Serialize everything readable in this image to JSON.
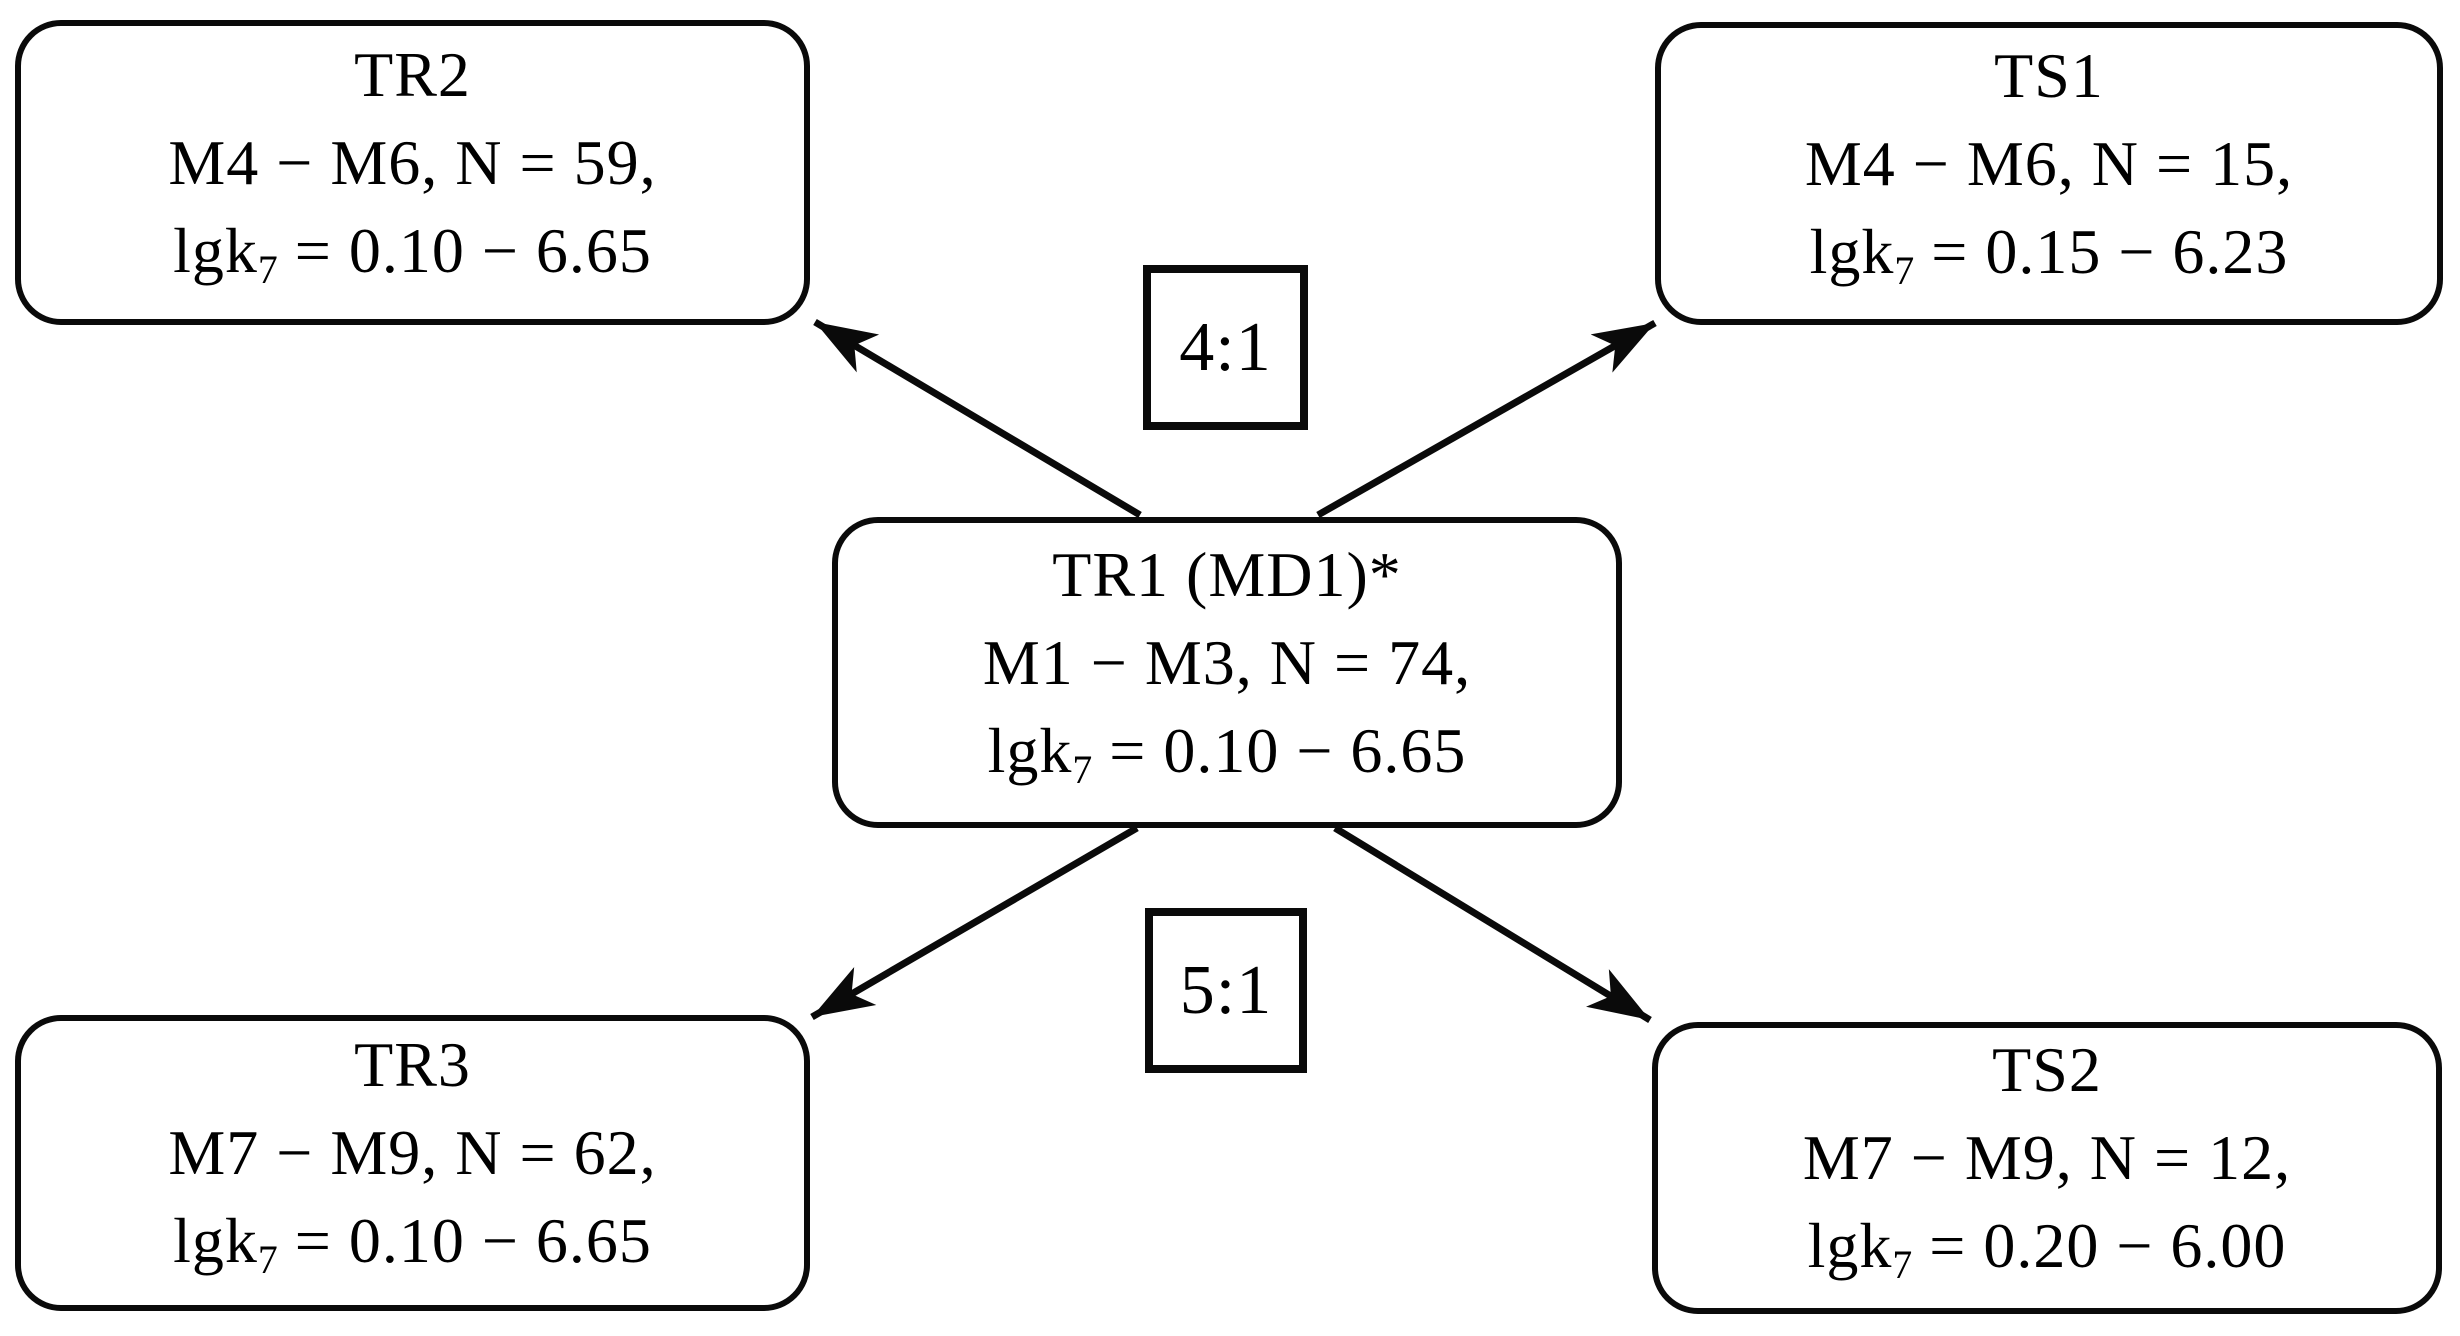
{
  "diagram": {
    "background_color": "#ffffff",
    "line_color": "#000000",
    "nodes": [
      {
        "id": "tr2",
        "title": "TR2",
        "members": "M4 − M6, N = 59,",
        "formula_pre": "lgk",
        "formula_sub": "7",
        "formula_post": " = 0.10 − 6.65"
      },
      {
        "id": "ts1",
        "title": "TS1",
        "members": "M4 − M6, N = 15,",
        "formula_pre": "lgk",
        "formula_sub": "7",
        "formula_post": " = 0.15 − 6.23"
      },
      {
        "id": "tr1",
        "title": "TR1 (MD1)*",
        "members": "M1 − M3, N = 74,",
        "formula_pre": "lgk",
        "formula_sub": "7",
        "formula_post": " = 0.10 − 6.65"
      },
      {
        "id": "tr3",
        "title": "TR3",
        "members": "M7 − M9, N = 62,",
        "formula_pre": "lgk",
        "formula_sub": "7",
        "formula_post": " = 0.10 − 6.65"
      },
      {
        "id": "ts2",
        "title": "TS2",
        "members": "M7 − M9, N = 12,",
        "formula_pre": "lgk",
        "formula_sub": "7",
        "formula_post": " = 0.20 − 6.00"
      }
    ],
    "ratio_labels": [
      {
        "id": "split-top",
        "label": "4:1"
      },
      {
        "id": "split-bottom",
        "label": "5:1"
      }
    ]
  }
}
